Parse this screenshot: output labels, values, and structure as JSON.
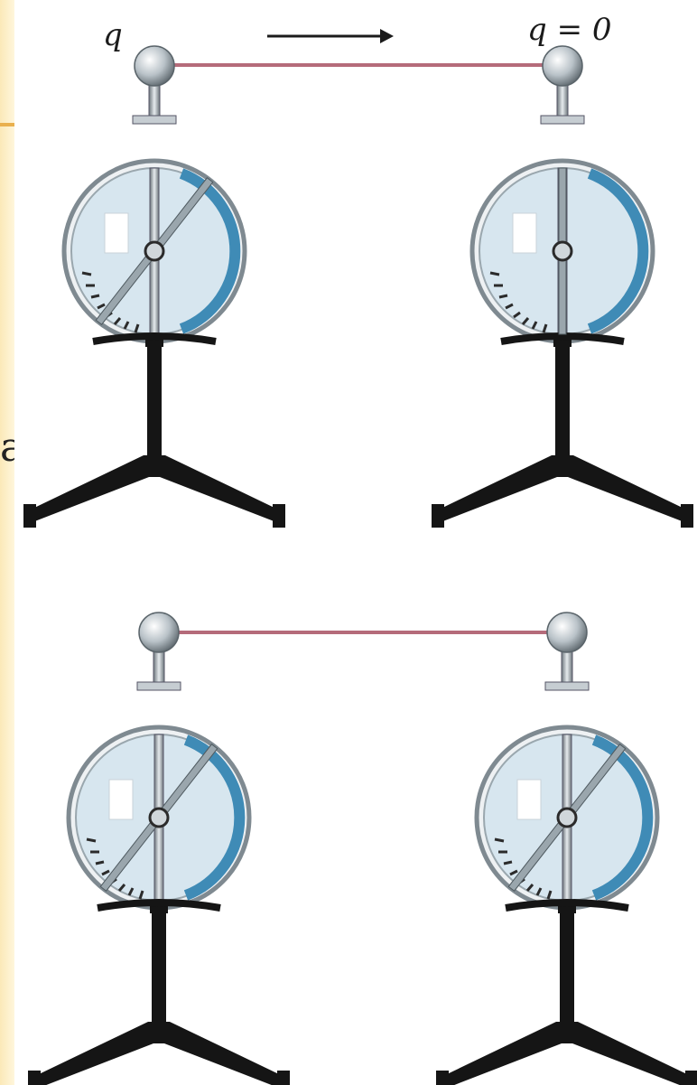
{
  "labels": {
    "left_charge": "q",
    "right_charge": "q = 0",
    "slide_fragment": "a"
  },
  "colors": {
    "background": "#fdf6e0",
    "accent_rule": "#e9b04e",
    "wire": "#b56b7a",
    "dial_face": "#d7e6ef",
    "dial_rim": "#8c9aa3",
    "dial_accent": "#3f8bb6",
    "stand": "#111111"
  },
  "icons": {
    "arrow": "right-arrow-icon",
    "instrument": "electroscope-icon"
  },
  "panels": [
    {
      "name": "before-connection",
      "left_electroscope": {
        "needle": "deflected"
      },
      "right_electroscope": {
        "needle": "vertical"
      }
    },
    {
      "name": "after-connection",
      "left_electroscope": {
        "needle": "deflected"
      },
      "right_electroscope": {
        "needle": "deflected"
      }
    }
  ]
}
